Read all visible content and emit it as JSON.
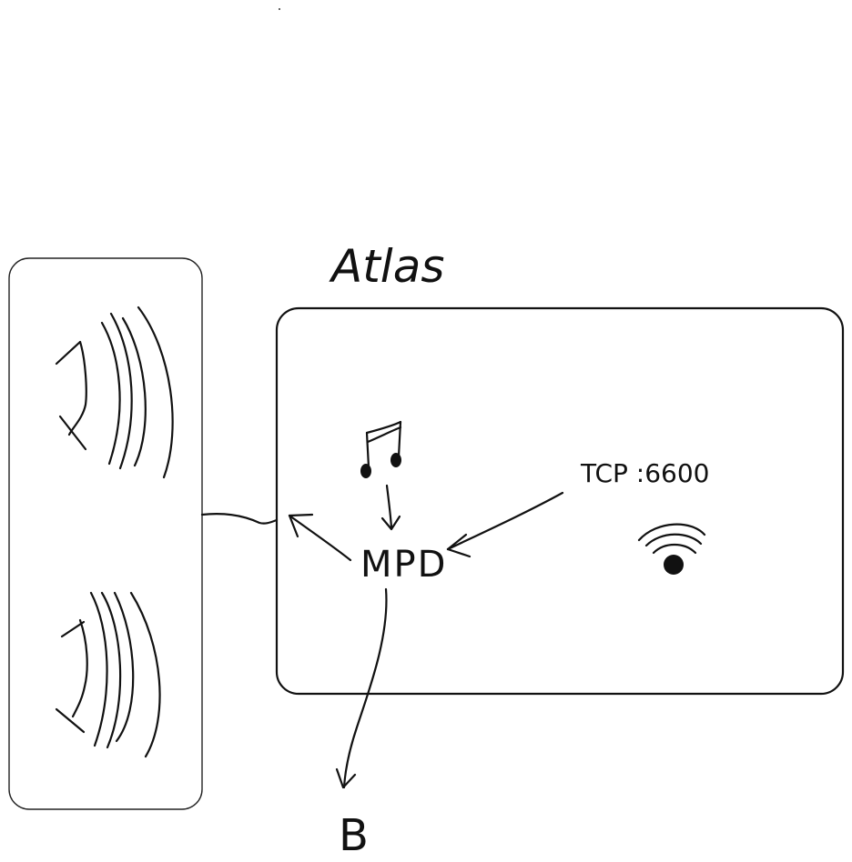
{
  "diagram": {
    "title": "Atlas",
    "nodes": {
      "mpd": "MPD",
      "tcp": "TCP :6600",
      "bluetooth": "B"
    },
    "icons": {
      "music": "music-note-icon",
      "wifi": "wifi-icon",
      "speakers": "speaker-icon"
    }
  }
}
